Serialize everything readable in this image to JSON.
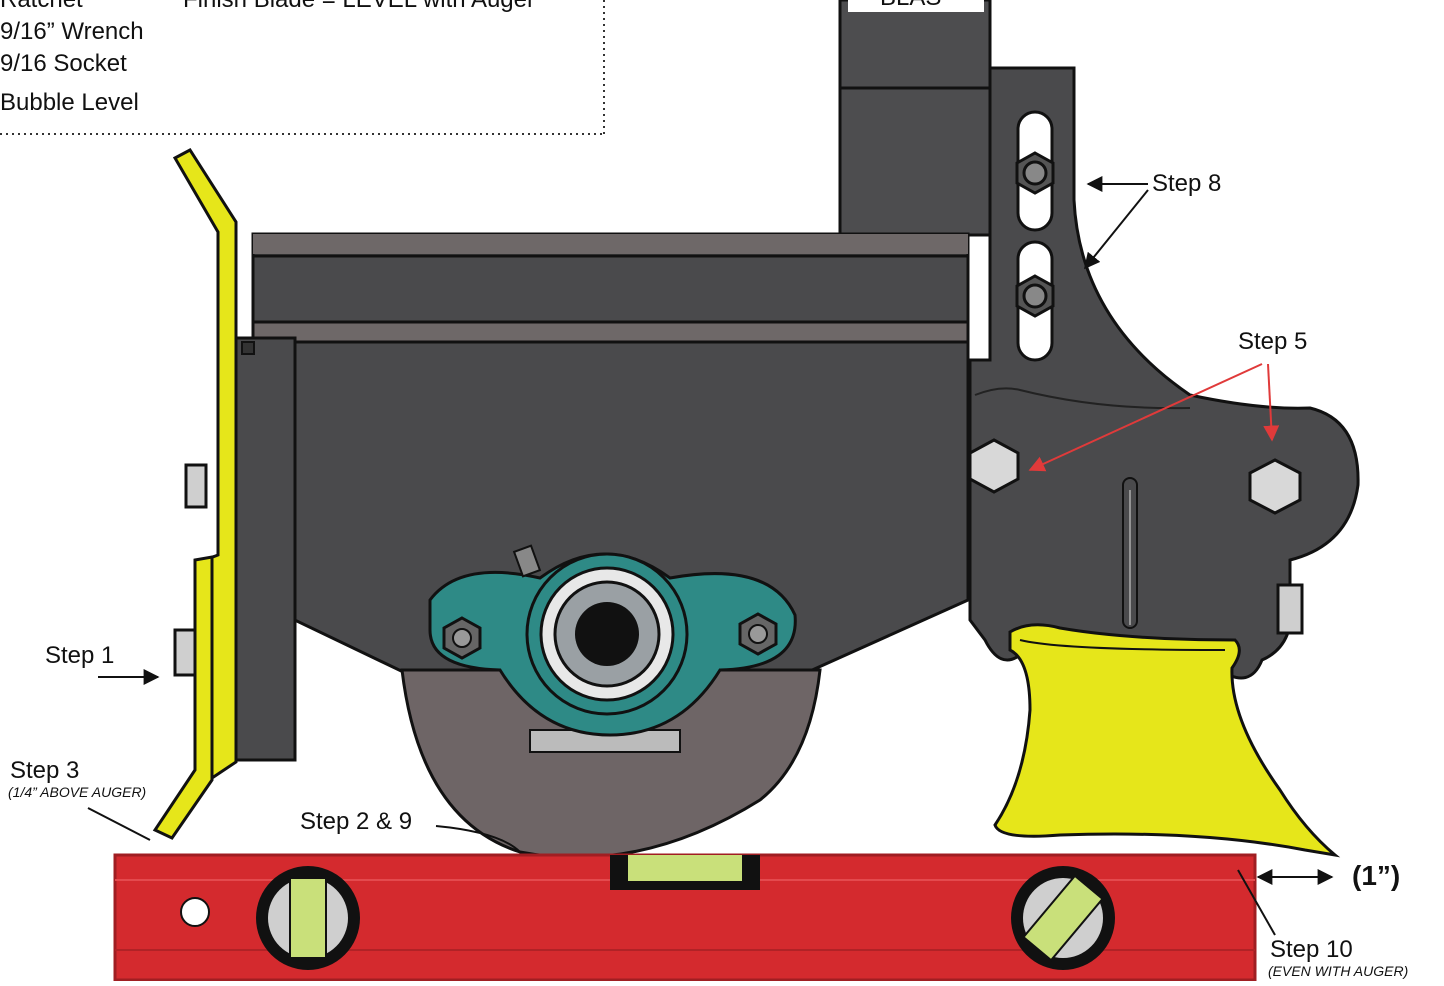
{
  "tools": {
    "items": [
      "Ratchet",
      "9/16” Wrench",
      "9/16 Socket",
      "Bubble Level"
    ],
    "finish_text": "Finish Blade = LEVEL with Auger",
    "cut_text": "BLAS"
  },
  "steps": {
    "step1": "Step 1",
    "step3": "Step 3",
    "step3_note": "(1/4” ABOVE AUGER)",
    "step2_9": "Step 2 & 9",
    "step5": "Step 5",
    "step8": "Step 8",
    "step10": "Step 10",
    "step10_note": "(EVEN WITH AUGER)",
    "dimension": "(1”)"
  },
  "colors": {
    "steel": "#4a4a4c",
    "yellow": "#e6e61a",
    "bearing": "#2e8a86",
    "level_red": "#d42a2e",
    "wheel": "#6e6566",
    "arrow_red": "#e03a3a"
  }
}
